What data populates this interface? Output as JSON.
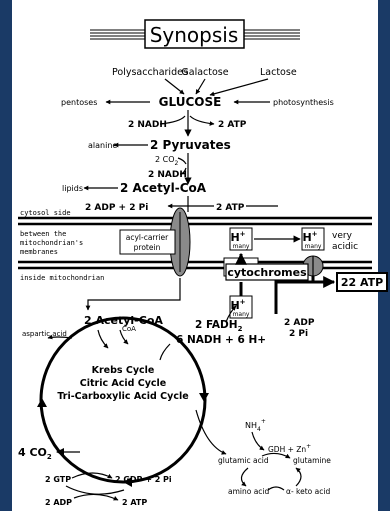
{
  "colors": {
    "frame": "#1a3a66",
    "paper": "#ffffff",
    "ink": "#000000",
    "membrane_grey": "#8a8a8a"
  },
  "title": "Synopsis",
  "sources": {
    "polysaccharides": "Polysaccharides",
    "galactose": "Galactose",
    "lactose": "Lactose",
    "pentoses": "pentoses",
    "glucose": "GLUCOSE",
    "photosynthesis": "photosynthesis"
  },
  "glycolysis": {
    "nadh_1": "2 NADH",
    "atp_1": "2 ATP",
    "alanine": "alanine",
    "pyruvates": "2 Pyruvates",
    "co2": "2 CO",
    "co2_sub": "2",
    "nadh_2": "2 NADH",
    "lipids": "lipids",
    "acetyl_coa": "2 Acetyl-CoA",
    "adp_pi": "2 ADP + 2 Pi",
    "atp_2": "2 ATP"
  },
  "membrane": {
    "cytosol_side": "cytosol side",
    "between_1": "between the",
    "between_2": "mitochondrian's",
    "between_3": "membranes",
    "inside": "inside mitochondrian",
    "carrier_1": "acyl-carrier",
    "carrier_2": "protein",
    "h_plus": "H",
    "h_sup": "+",
    "many": "many",
    "very_acidic_1": "very",
    "very_acidic_2": "acidic",
    "cytochromes": "cytochromes",
    "atp_22": "22 ATP"
  },
  "matrix": {
    "acetyl_coa": "2 Acetyl-CoA",
    "coa": "CoA",
    "aspartic": "aspartic acid",
    "fadh2": "2 FADH",
    "fadh2_sub": "2",
    "nadh_h": "6 NADH + 6 H+",
    "adp": "2 ADP",
    "pi": "2 Pi",
    "krebs_1": "Krebs Cycle",
    "krebs_2": "Citric Acid Cycle",
    "krebs_3": "Tri-Carboxylic Acid Cycle",
    "co2_out": "4 CO",
    "co2_out_sub": "2",
    "gtp": "2 GTP",
    "gdp_pi": "2 GDP + 2 Pi",
    "adp_bottom": "2 ADP",
    "atp_bottom": "2 ATP"
  },
  "nitrogen": {
    "nh4": "NH",
    "nh4_sub": "4",
    "nh4_sup": "+",
    "gdh": "GDH + Zn",
    "gdh_sup": "+",
    "glutamic": "glutamic acid",
    "glutamine": "glutamine",
    "amino": "amino acid",
    "keto": "α- keto acid"
  }
}
